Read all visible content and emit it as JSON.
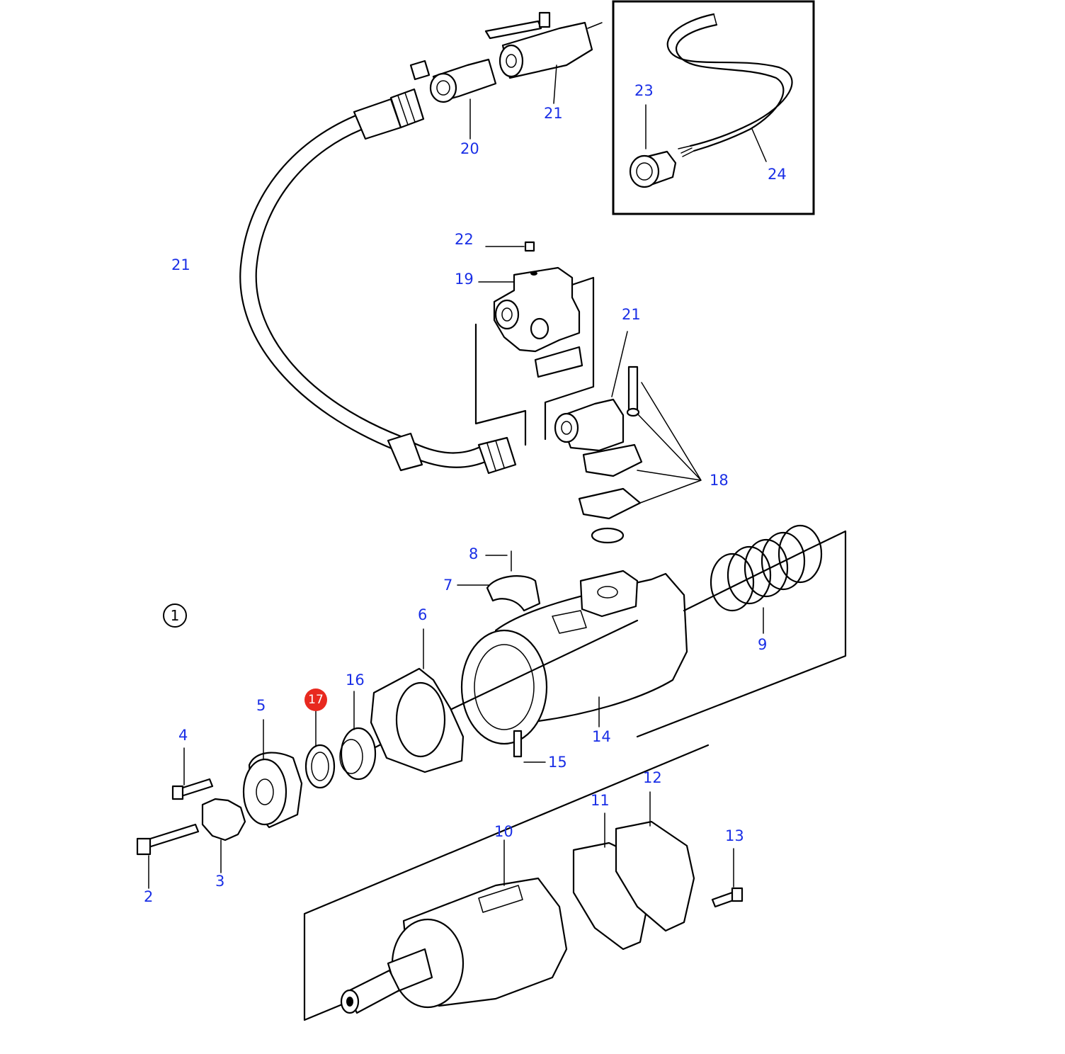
{
  "diagram": {
    "view_callout": "1",
    "highlighted_part": "17",
    "label_color": "#1a2fe6",
    "highlight_color": "#e8291f",
    "labels": {
      "p2": "2",
      "p3": "3",
      "p4": "4",
      "p5": "5",
      "p6": "6",
      "p7": "7",
      "p8": "8",
      "p9": "9",
      "p10": "10",
      "p11": "11",
      "p12": "12",
      "p13": "13",
      "p14": "14",
      "p15": "15",
      "p16": "16",
      "p18": "18",
      "p19": "19",
      "p20": "20",
      "p21_hose_top": "21",
      "p21_hose_left": "21",
      "p21_elbow": "21",
      "p22": "22",
      "p23": "23",
      "p24": "24"
    }
  }
}
